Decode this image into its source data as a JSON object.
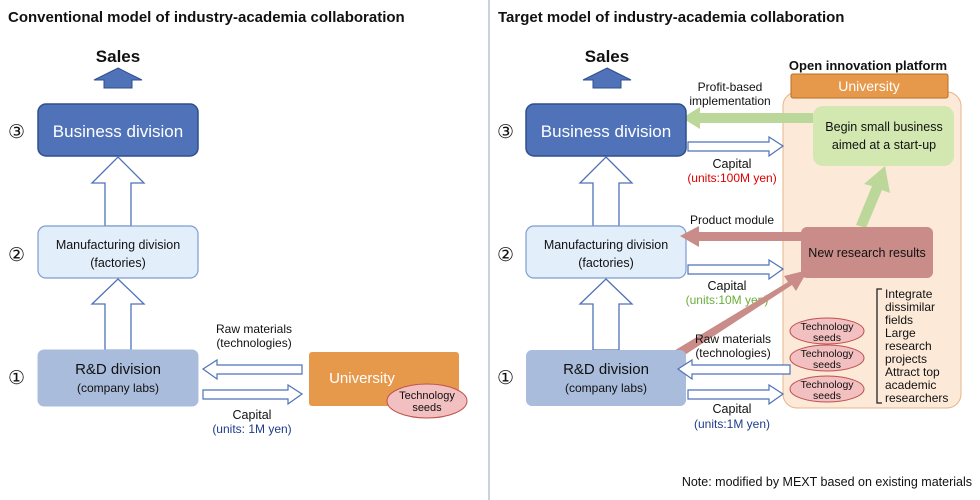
{
  "colors": {
    "business": "#4F72B8",
    "manufacturing": "#E3EEFB",
    "rd": "#A9BCDC",
    "university": "#E7994B",
    "seed": "#F2C0C0",
    "platform": "#FCE9D8",
    "green_box": "#D3E8B0",
    "green_arrow": "#BCD79A",
    "red_arrow": "#C98C88",
    "capital_red": "#E00000",
    "capital_green": "#6AAF3A",
    "capital_blue": "#1F3C8C"
  },
  "left": {
    "title": "Conventional model of industry-academia collaboration",
    "sales": "Sales",
    "num1": "①",
    "num2": "②",
    "num3": "③",
    "business": "Business division",
    "manufacturing_1": "Manufacturing division",
    "manufacturing_2": "(factories)",
    "rd_1": "R&D division",
    "rd_2": "(company labs)",
    "raw_1": "Raw materials",
    "raw_2": "(technologies)",
    "capital": "Capital",
    "capital_units": "(units: 1M yen)",
    "university": "University",
    "seeds_1": "Technology",
    "seeds_2": "seeds"
  },
  "right": {
    "title": "Target model of industry-academia collaboration",
    "sales": "Sales",
    "num1": "①",
    "num2": "②",
    "num3": "③",
    "business": "Business division",
    "manufacturing_1": "Manufacturing division",
    "manufacturing_2": "(factories)",
    "rd_1": "R&D division",
    "rd_2": "(company labs)",
    "platform_title": "Open innovation platform",
    "university": "University",
    "startup_1": "Begin small business",
    "startup_2": "aimed at a start-up",
    "research": "New research results",
    "profit_1": "Profit-based",
    "profit_2": "implementation",
    "capital_top": "Capital",
    "capital_top_units": "(units:100M yen)",
    "product_module": "Product module",
    "capital_mid": "Capital",
    "capital_mid_units": "(units:10M yen)",
    "raw_1": "Raw materials",
    "raw_2": "(technologies)",
    "capital_bot": "Capital",
    "capital_bot_units": "(units:1M yen)",
    "seeds_1": "Technology",
    "seeds_2": "seeds",
    "list": [
      "Integrate",
      "dissimilar",
      "fields",
      "Large",
      "research",
      "projects",
      "Attract top",
      "academic",
      "researchers"
    ],
    "note": "Note: modified by MEXT based on existing materials"
  }
}
